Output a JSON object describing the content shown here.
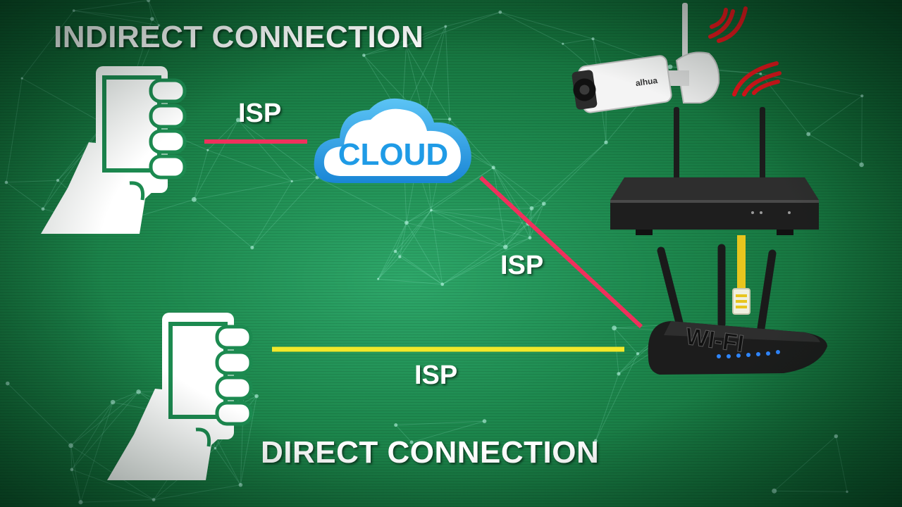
{
  "labels": {
    "indirect": "INDIRECT CONNECTION",
    "direct": "DIRECT CONNECTION",
    "cloud": "CLOUD",
    "isp_top": "ISP",
    "isp_mid": "ISP",
    "isp_bottom": "ISP",
    "router_brand": "WI-FI",
    "camera_brand": "alhua"
  },
  "colors": {
    "indirect_link": "#f0305c",
    "direct_link": "#f2e82a",
    "cloud_text": "#1f9be6",
    "ethernet_cable": "#e8c51e",
    "wifi_signal": "#e5141b"
  },
  "icons": [
    "phone-in-hand-icon",
    "cloud-icon",
    "security-camera-icon",
    "nvr-recorder-icon",
    "wifi-router-icon",
    "wifi-signal-icon",
    "ethernet-cable-icon"
  ]
}
